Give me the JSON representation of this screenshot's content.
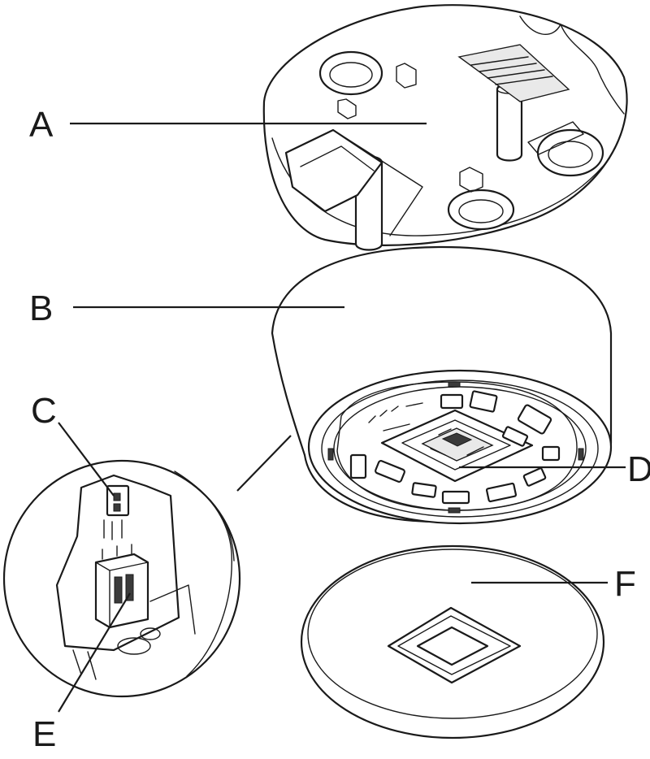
{
  "diagram": {
    "callouts": [
      {
        "id": "A",
        "label": "A"
      },
      {
        "id": "B",
        "label": "B"
      },
      {
        "id": "C",
        "label": "C"
      },
      {
        "id": "D",
        "label": "D"
      },
      {
        "id": "E",
        "label": "E"
      },
      {
        "id": "F",
        "label": "F"
      }
    ],
    "line_color": "#1a1a1a",
    "background_color": "#ffffff"
  }
}
